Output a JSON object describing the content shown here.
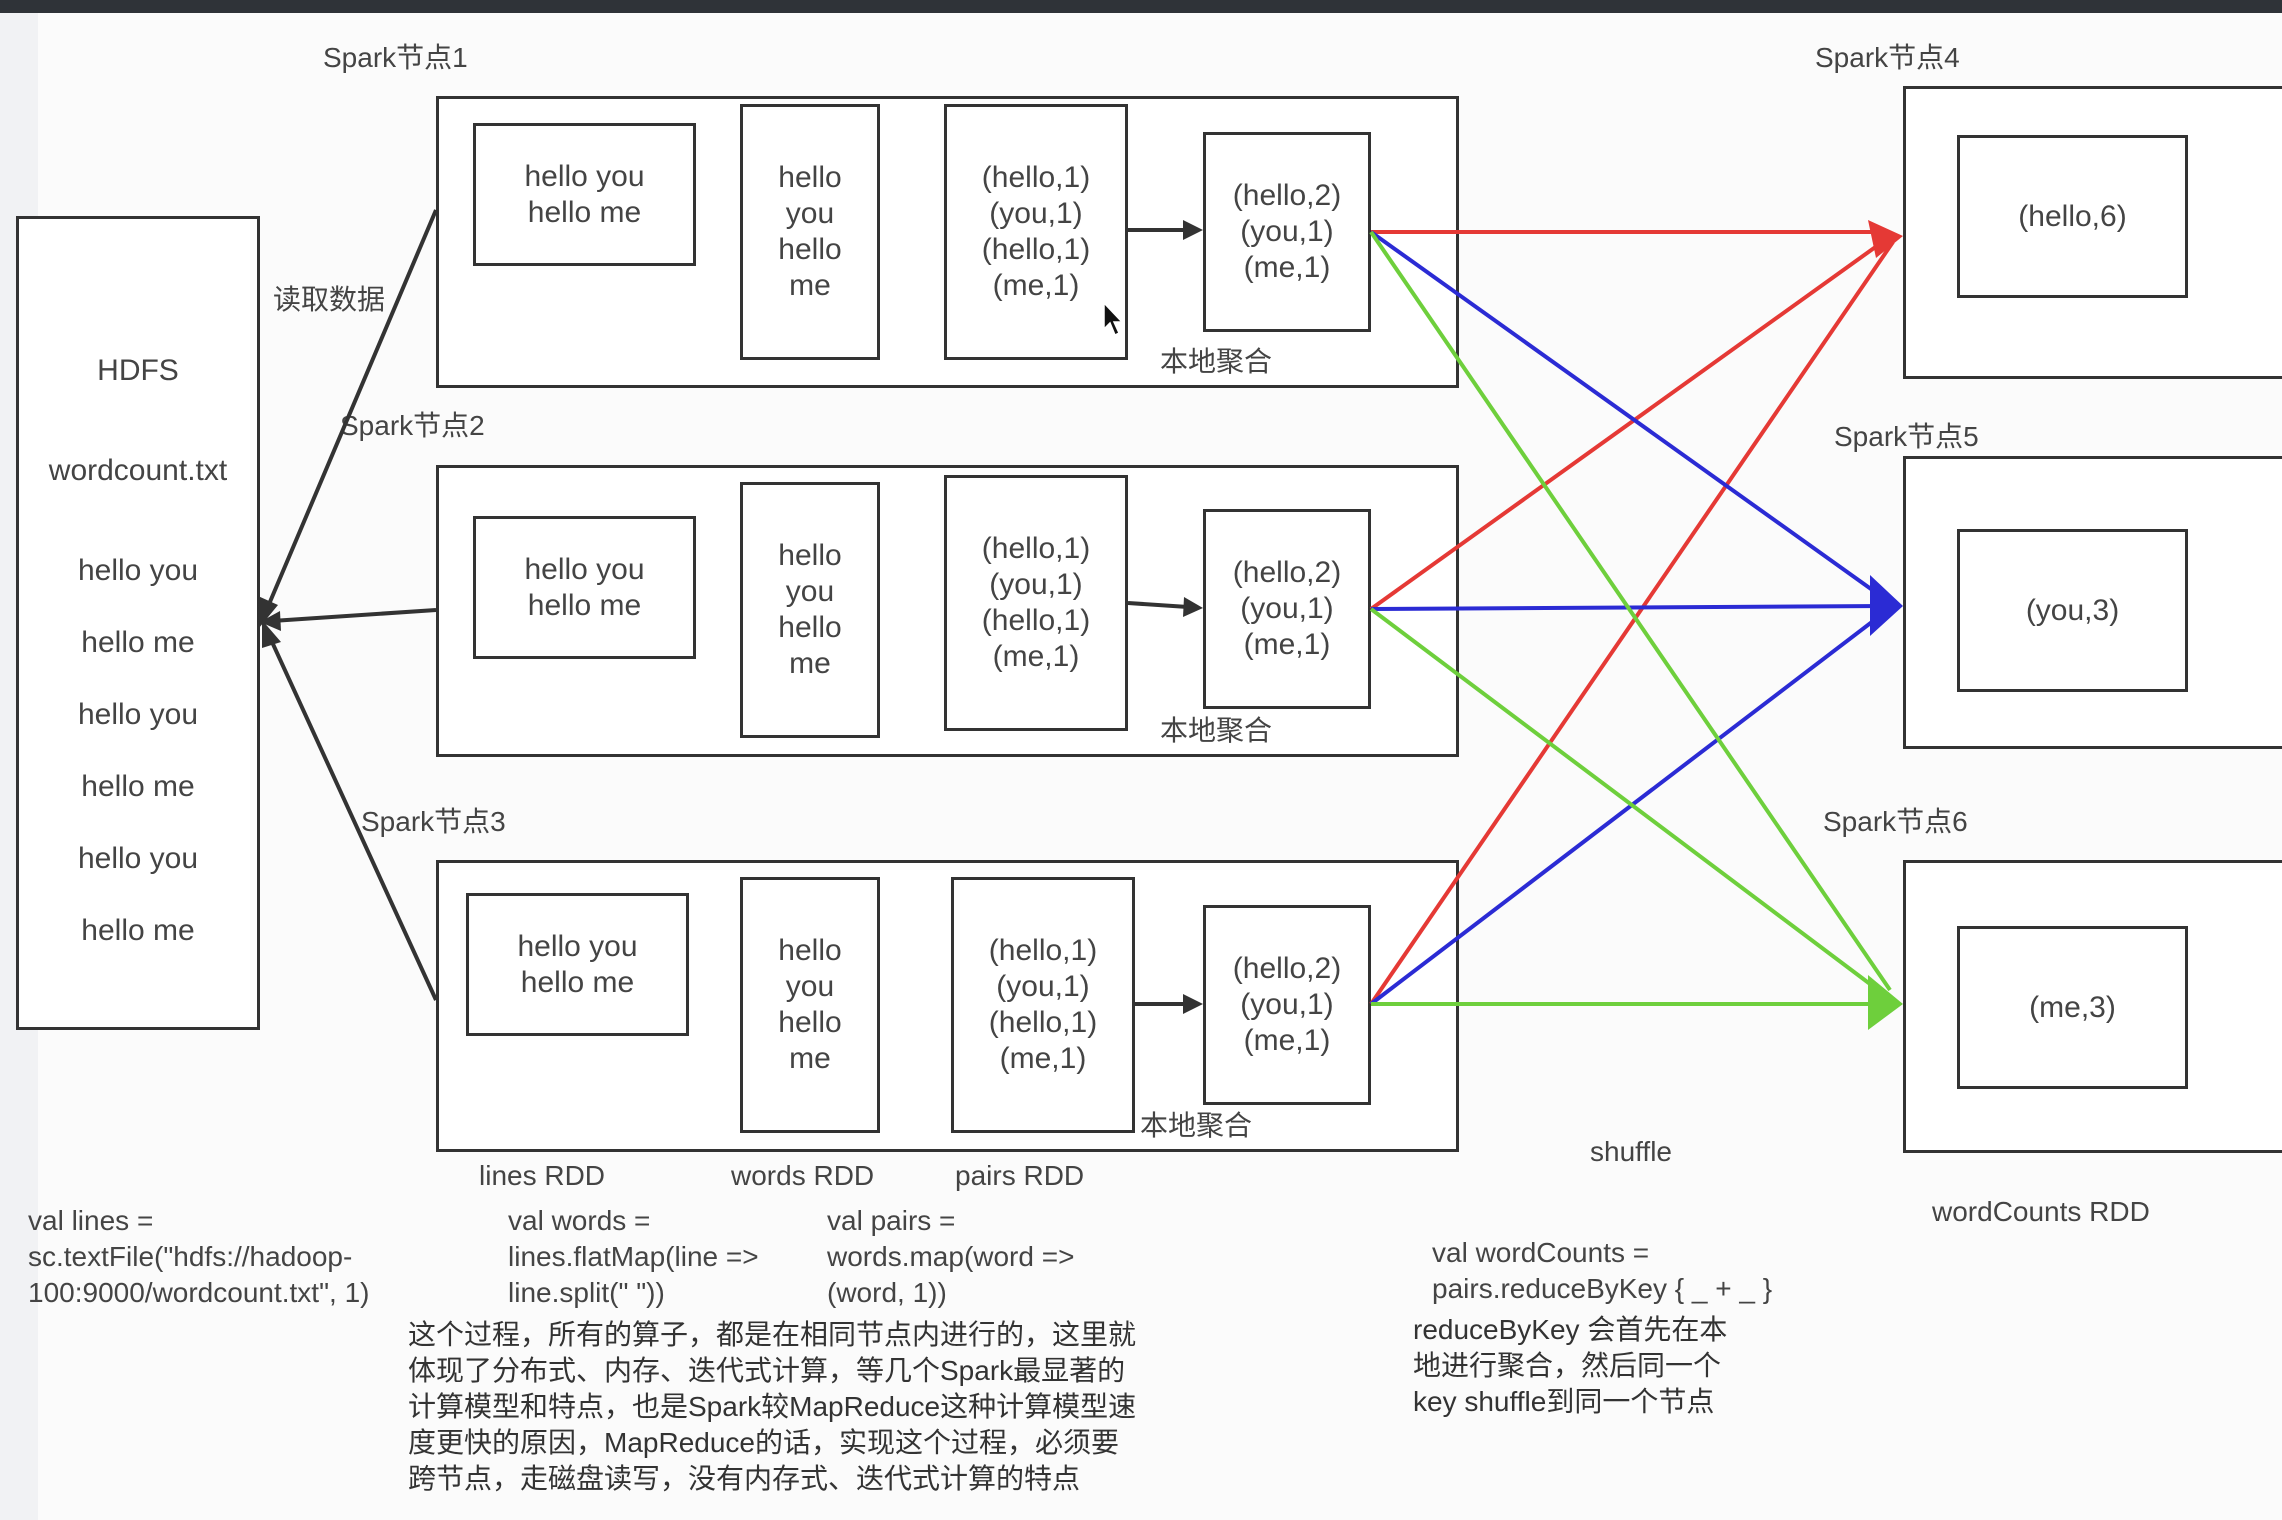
{
  "hdfs": {
    "title": "HDFS",
    "file": "wordcount.txt",
    "lines": [
      "hello you",
      "hello me",
      "hello you",
      "hello me",
      "hello you",
      "hello me"
    ]
  },
  "read_label": "读取数据",
  "nodes": [
    {
      "name": "Spark节点1",
      "lines": "hello you\nhello me",
      "words": "hello\nyou\nhello\nme",
      "pairs": "(hello,1)\n(you,1)\n(hello,1)\n(me,1)",
      "agg": "(hello,2)\n(you,1)\n(me,1)",
      "agg_label": "本地聚合"
    },
    {
      "name": "Spark节点2",
      "lines": "hello you\nhello me",
      "words": "hello\nyou\nhello\nme",
      "pairs": "(hello,1)\n(you,1)\n(hello,1)\n(me,1)",
      "agg": "(hello,2)\n(you,1)\n(me,1)",
      "agg_label": "本地聚合"
    },
    {
      "name": "Spark节点3",
      "lines": "hello you\nhello me",
      "words": "hello\nyou\nhello\nme",
      "pairs": "(hello,1)\n(you,1)\n(hello,1)\n(me,1)",
      "agg": "(hello,2)\n(you,1)\n(me,1)",
      "agg_label": "本地聚合"
    }
  ],
  "targets": [
    {
      "name": "Spark节点4",
      "result": "(hello,6)"
    },
    {
      "name": "Spark节点5",
      "result": "(you,3)"
    },
    {
      "name": "Spark节点6",
      "result": "(me,3)"
    }
  ],
  "rdd_labels": {
    "lines": "lines RDD",
    "words": "words RDD",
    "pairs": "pairs RDD",
    "shuffle": "shuffle",
    "wordcounts": "wordCounts RDD"
  },
  "code": {
    "lines": "val lines =\nsc.textFile(\"hdfs://hadoop-\n100:9000/wordcount.txt\", 1)",
    "words": "val words =\nlines.flatMap(line =>\nline.split(\" \"))",
    "pairs": "val pairs =\nwords.map(word =>\n(word, 1))",
    "wordcounts": "val wordCounts =\npairs.reduceByKey { _ + _ }"
  },
  "notes": {
    "main": "这个过程，所有的算子，都是在相同节点内进行的，这里就\n体现了分布式、内存、迭代式计算，等几个Spark最显著的\n计算模型和特点，也是Spark较MapReduce这种计算模型速\n度更快的原因，MapReduce的话，实现这个过程，必须要\n跨节点，走磁盘读写，没有内存式、迭代式计算的特点",
    "reduce": "reduceByKey 会首先在本\n地进行聚合，然后同一个\nkey shuffle到同一个节点"
  },
  "colors": {
    "hello": "#e53935",
    "you": "#2b2bd4",
    "me": "#6ecf3c",
    "line": "#333333"
  }
}
